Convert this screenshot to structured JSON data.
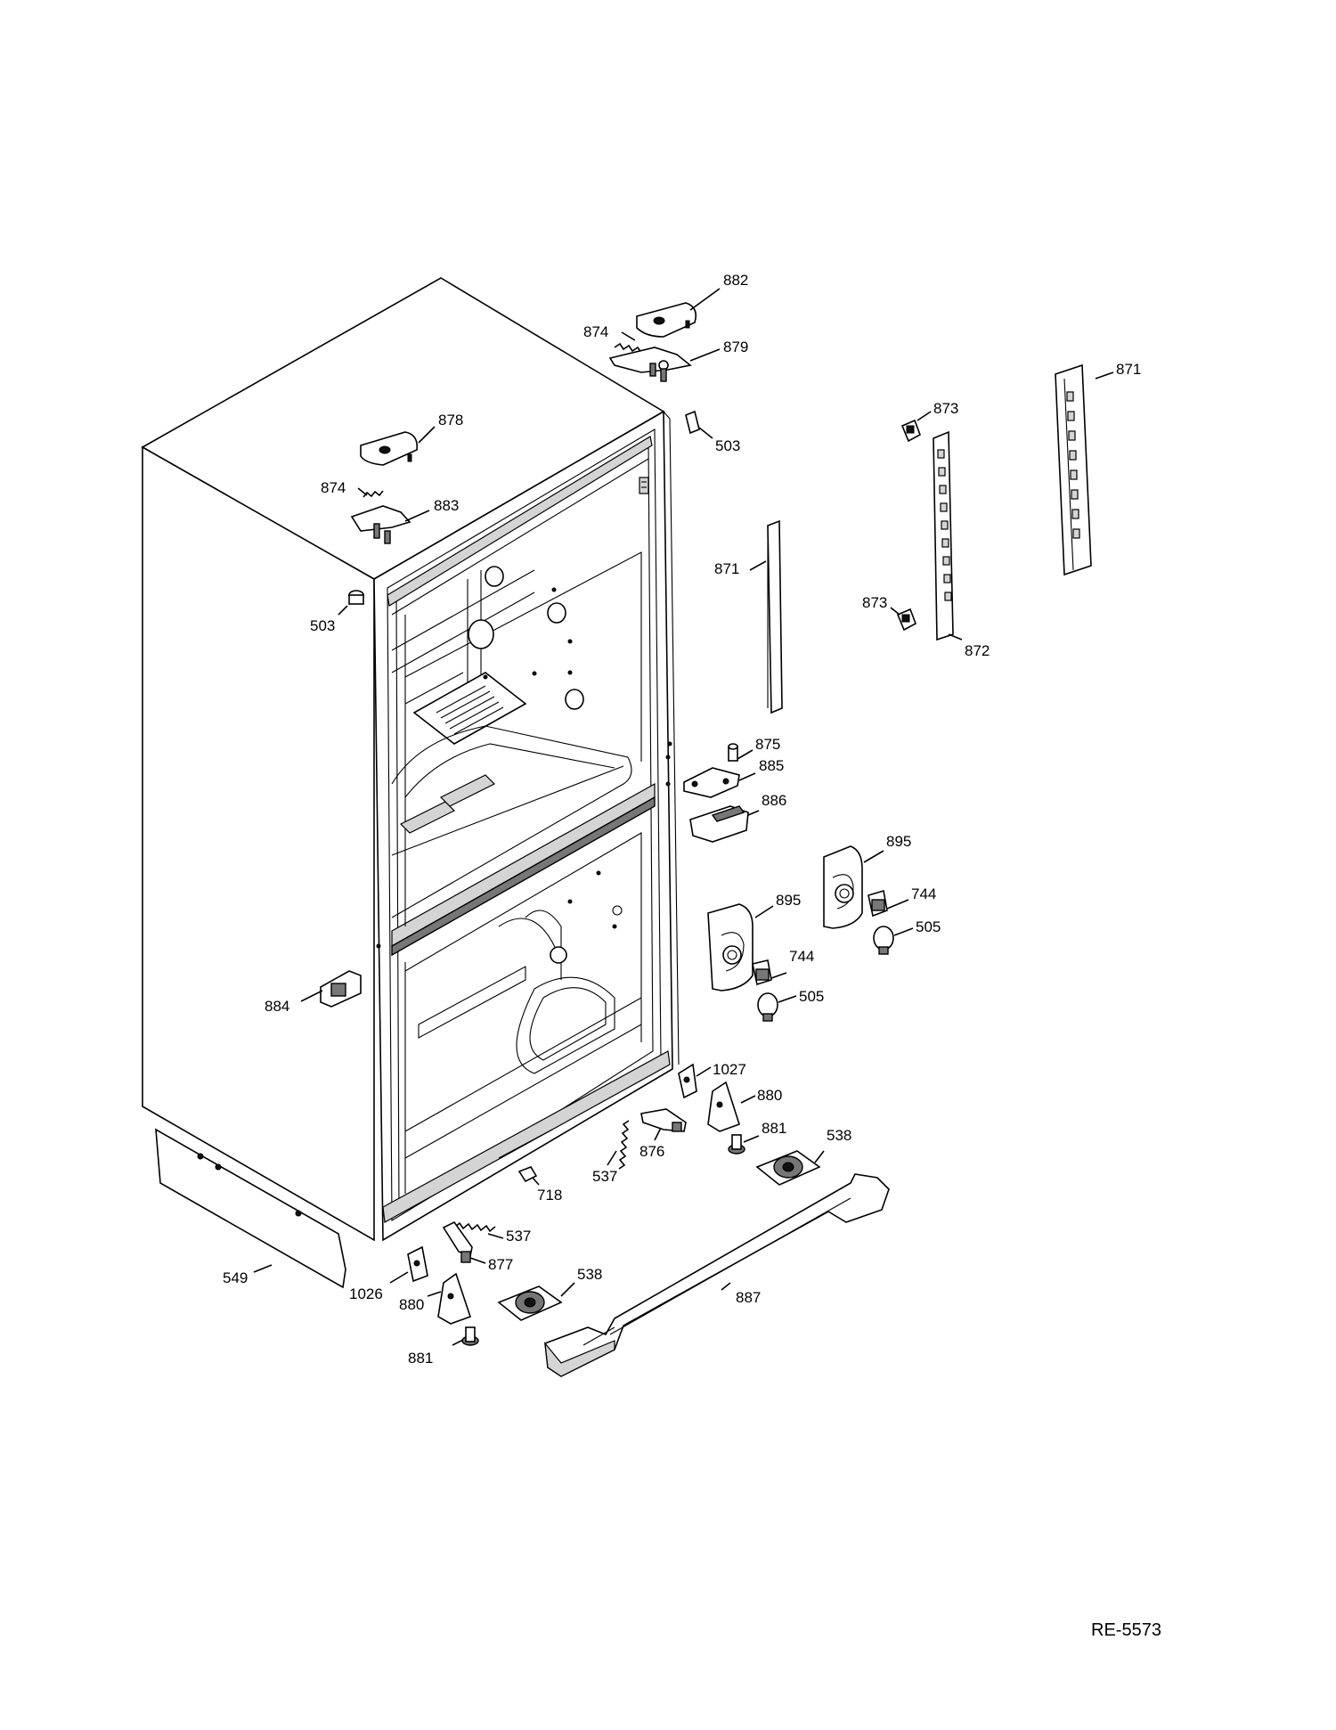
{
  "reference_code": "RE-5573",
  "callouts": {
    "c882": "882",
    "c874a": "874",
    "c879": "879",
    "c878": "878",
    "c503a": "503",
    "c874b": "874",
    "c883": "883",
    "c503b": "503",
    "c871a": "871",
    "c871b": "871",
    "c873a": "873",
    "c873b": "873",
    "c872": "872",
    "c875": "875",
    "c885": "885",
    "c886": "886",
    "c895a": "895",
    "c895b": "895",
    "c744a": "744",
    "c744b": "744",
    "c505a": "505",
    "c505b": "505",
    "c884": "884",
    "c1027": "1027",
    "c880a": "880",
    "c880b": "880",
    "c881a": "881",
    "c881b": "881",
    "c538a": "538",
    "c538b": "538",
    "c537a": "537",
    "c537b": "537",
    "c876": "876",
    "c718": "718",
    "c877": "877",
    "c549": "549",
    "c1026": "1026",
    "c887": "887"
  }
}
